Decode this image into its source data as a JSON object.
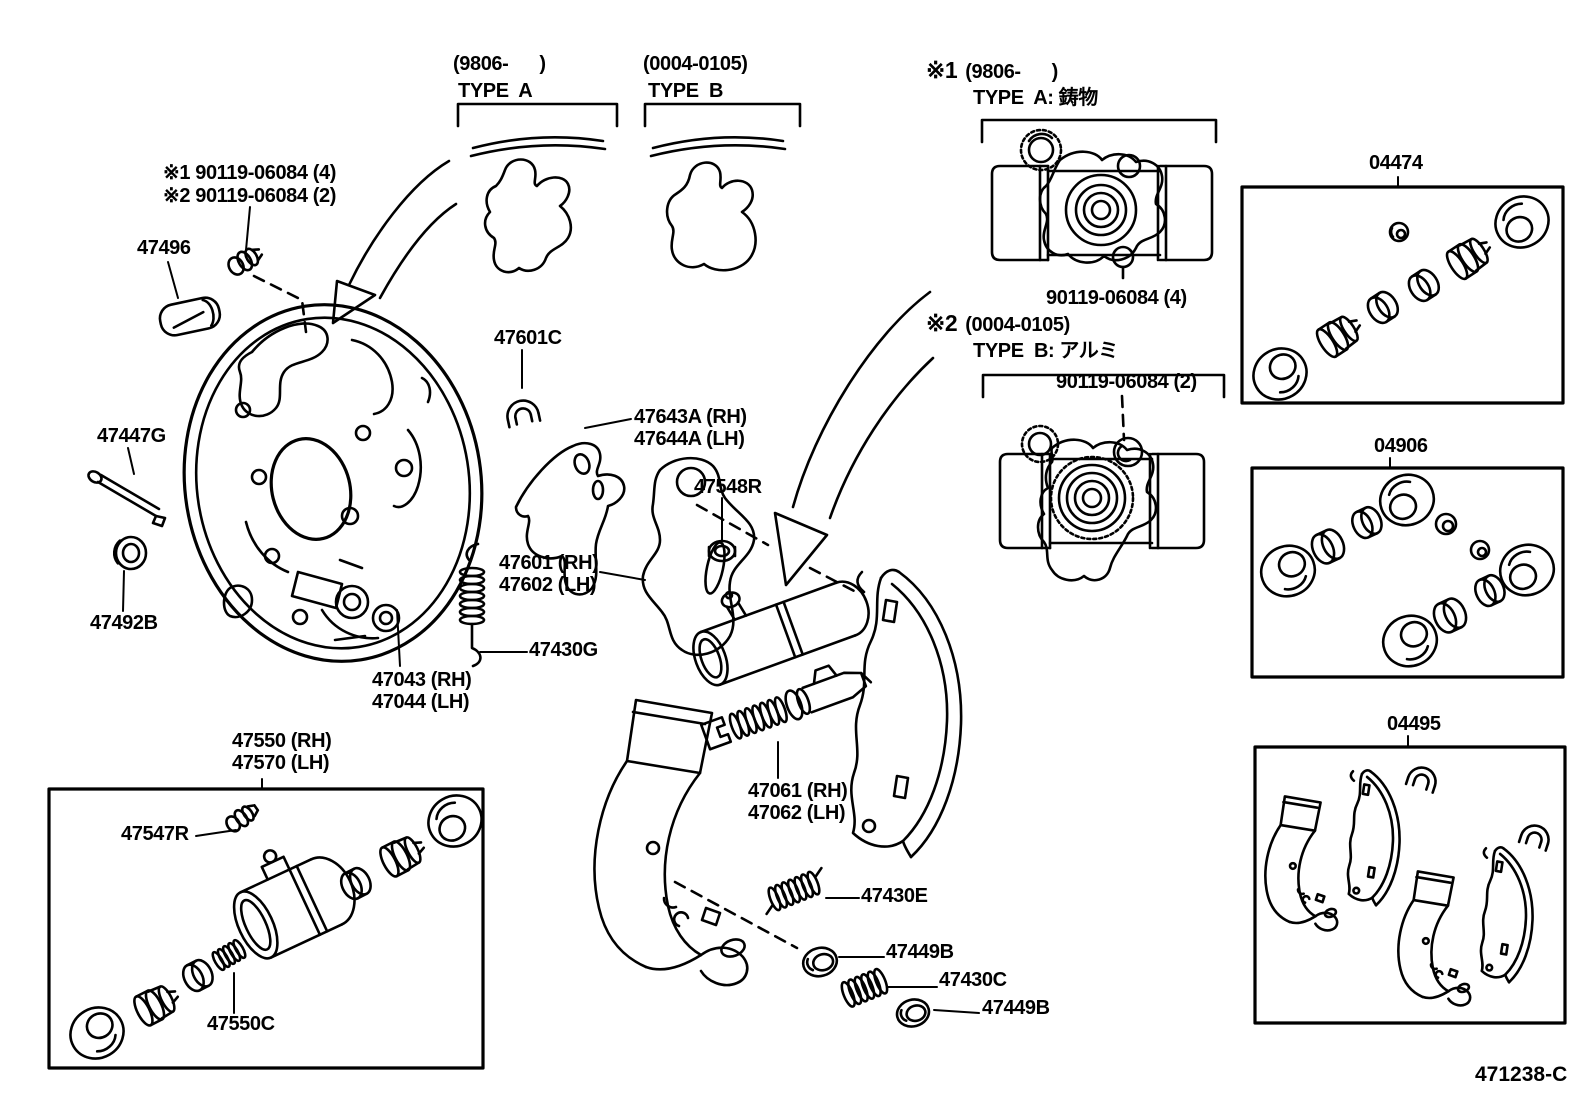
{
  "diagram": {
    "footer_code": "471238-C",
    "top_variants": {
      "type_a": {
        "date_range": "(9806-      )",
        "name": "TYPE  A"
      },
      "type_b": {
        "date_range": "(0004-0105)",
        "name": "TYPE  B"
      }
    },
    "cylinder_variants": {
      "note1": {
        "prefix": "※1",
        "date_range": "(9806-      )",
        "type": "TYPE  A: 鋳物",
        "bolt": "90119-06084 (4)"
      },
      "note2": {
        "prefix": "※2",
        "date_range": "(0004-0105)",
        "type": "TYPE  B: アルミ",
        "bolt": "90119-06084 (2)"
      }
    },
    "bolt_note": {
      "line1": "※1 90119-06084 (4)",
      "line2": "※2 90119-06084 (2)"
    },
    "kits": {
      "kit1": "04474",
      "kit2": "04906",
      "kit3": "04495"
    },
    "parts": {
      "p47496": "47496",
      "p47447g": "47447G",
      "p47492b": "47492B",
      "p47043": "47043 (RH)",
      "p47044": "47044 (LH)",
      "p47601c": "47601C",
      "p47643a": "47643A (RH)",
      "p47644a": "47644A (LH)",
      "p47548r": "47548R",
      "p47601": "47601 (RH)",
      "p47602": "47602 (LH)",
      "p47430g": "47430G",
      "p47550": "47550 (RH)",
      "p47570": "47570 (LH)",
      "p47547r": "47547R",
      "p47550c": "47550C",
      "p47061": "47061 (RH)",
      "p47062": "47062 (LH)",
      "p47430e": "47430E",
      "p47449b_upper": "47449B",
      "p47430c": "47430C",
      "p47449b_lower": "47449B"
    }
  }
}
